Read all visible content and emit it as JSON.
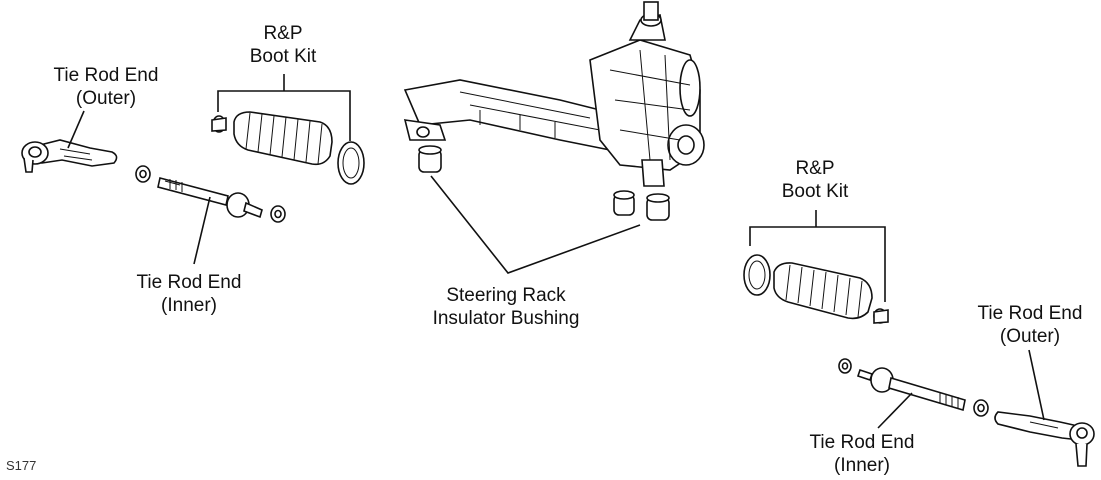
{
  "labels": {
    "tie_rod_outer_left": [
      "Tie Rod End",
      "(Outer)"
    ],
    "boot_kit_left": [
      "R&P",
      "Boot Kit"
    ],
    "tie_rod_inner_left": [
      "Tie Rod End",
      "(Inner)"
    ],
    "bushing": [
      "Steering Rack",
      "Insulator Bushing"
    ],
    "boot_kit_right": [
      "R&P",
      "Boot Kit"
    ],
    "tie_rod_outer_right": [
      "Tie Rod End",
      "(Outer)"
    ],
    "tie_rod_inner_right": [
      "Tie Rod End",
      "(Inner)"
    ]
  },
  "figure_code": "S177"
}
